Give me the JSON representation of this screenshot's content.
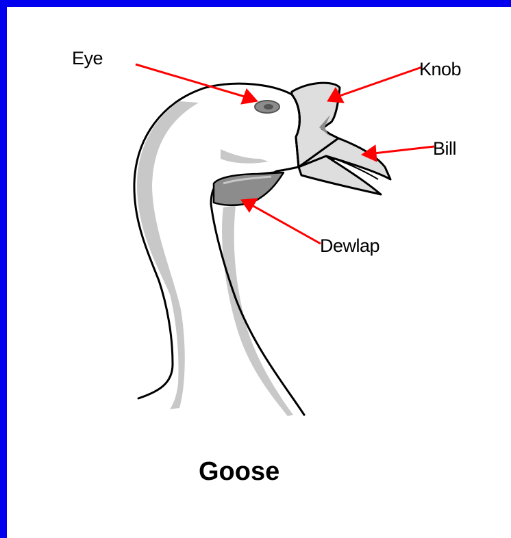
{
  "labels": {
    "eye": "Eye",
    "knob": "Knob",
    "bill": "Bill",
    "dewlap": "Dewlap"
  },
  "caption": "Goose",
  "colors": {
    "border": "#0000ee",
    "background": "#ffffff",
    "arrow": "#ff0000",
    "head_fill": "#ffffff",
    "knob_bill_fill": "#dedede",
    "shadow": "#c8c8c8",
    "dewlap_fill": "#8c8c8c"
  },
  "icons": [
    "goose-head-illustration",
    "arrow-icon"
  ]
}
